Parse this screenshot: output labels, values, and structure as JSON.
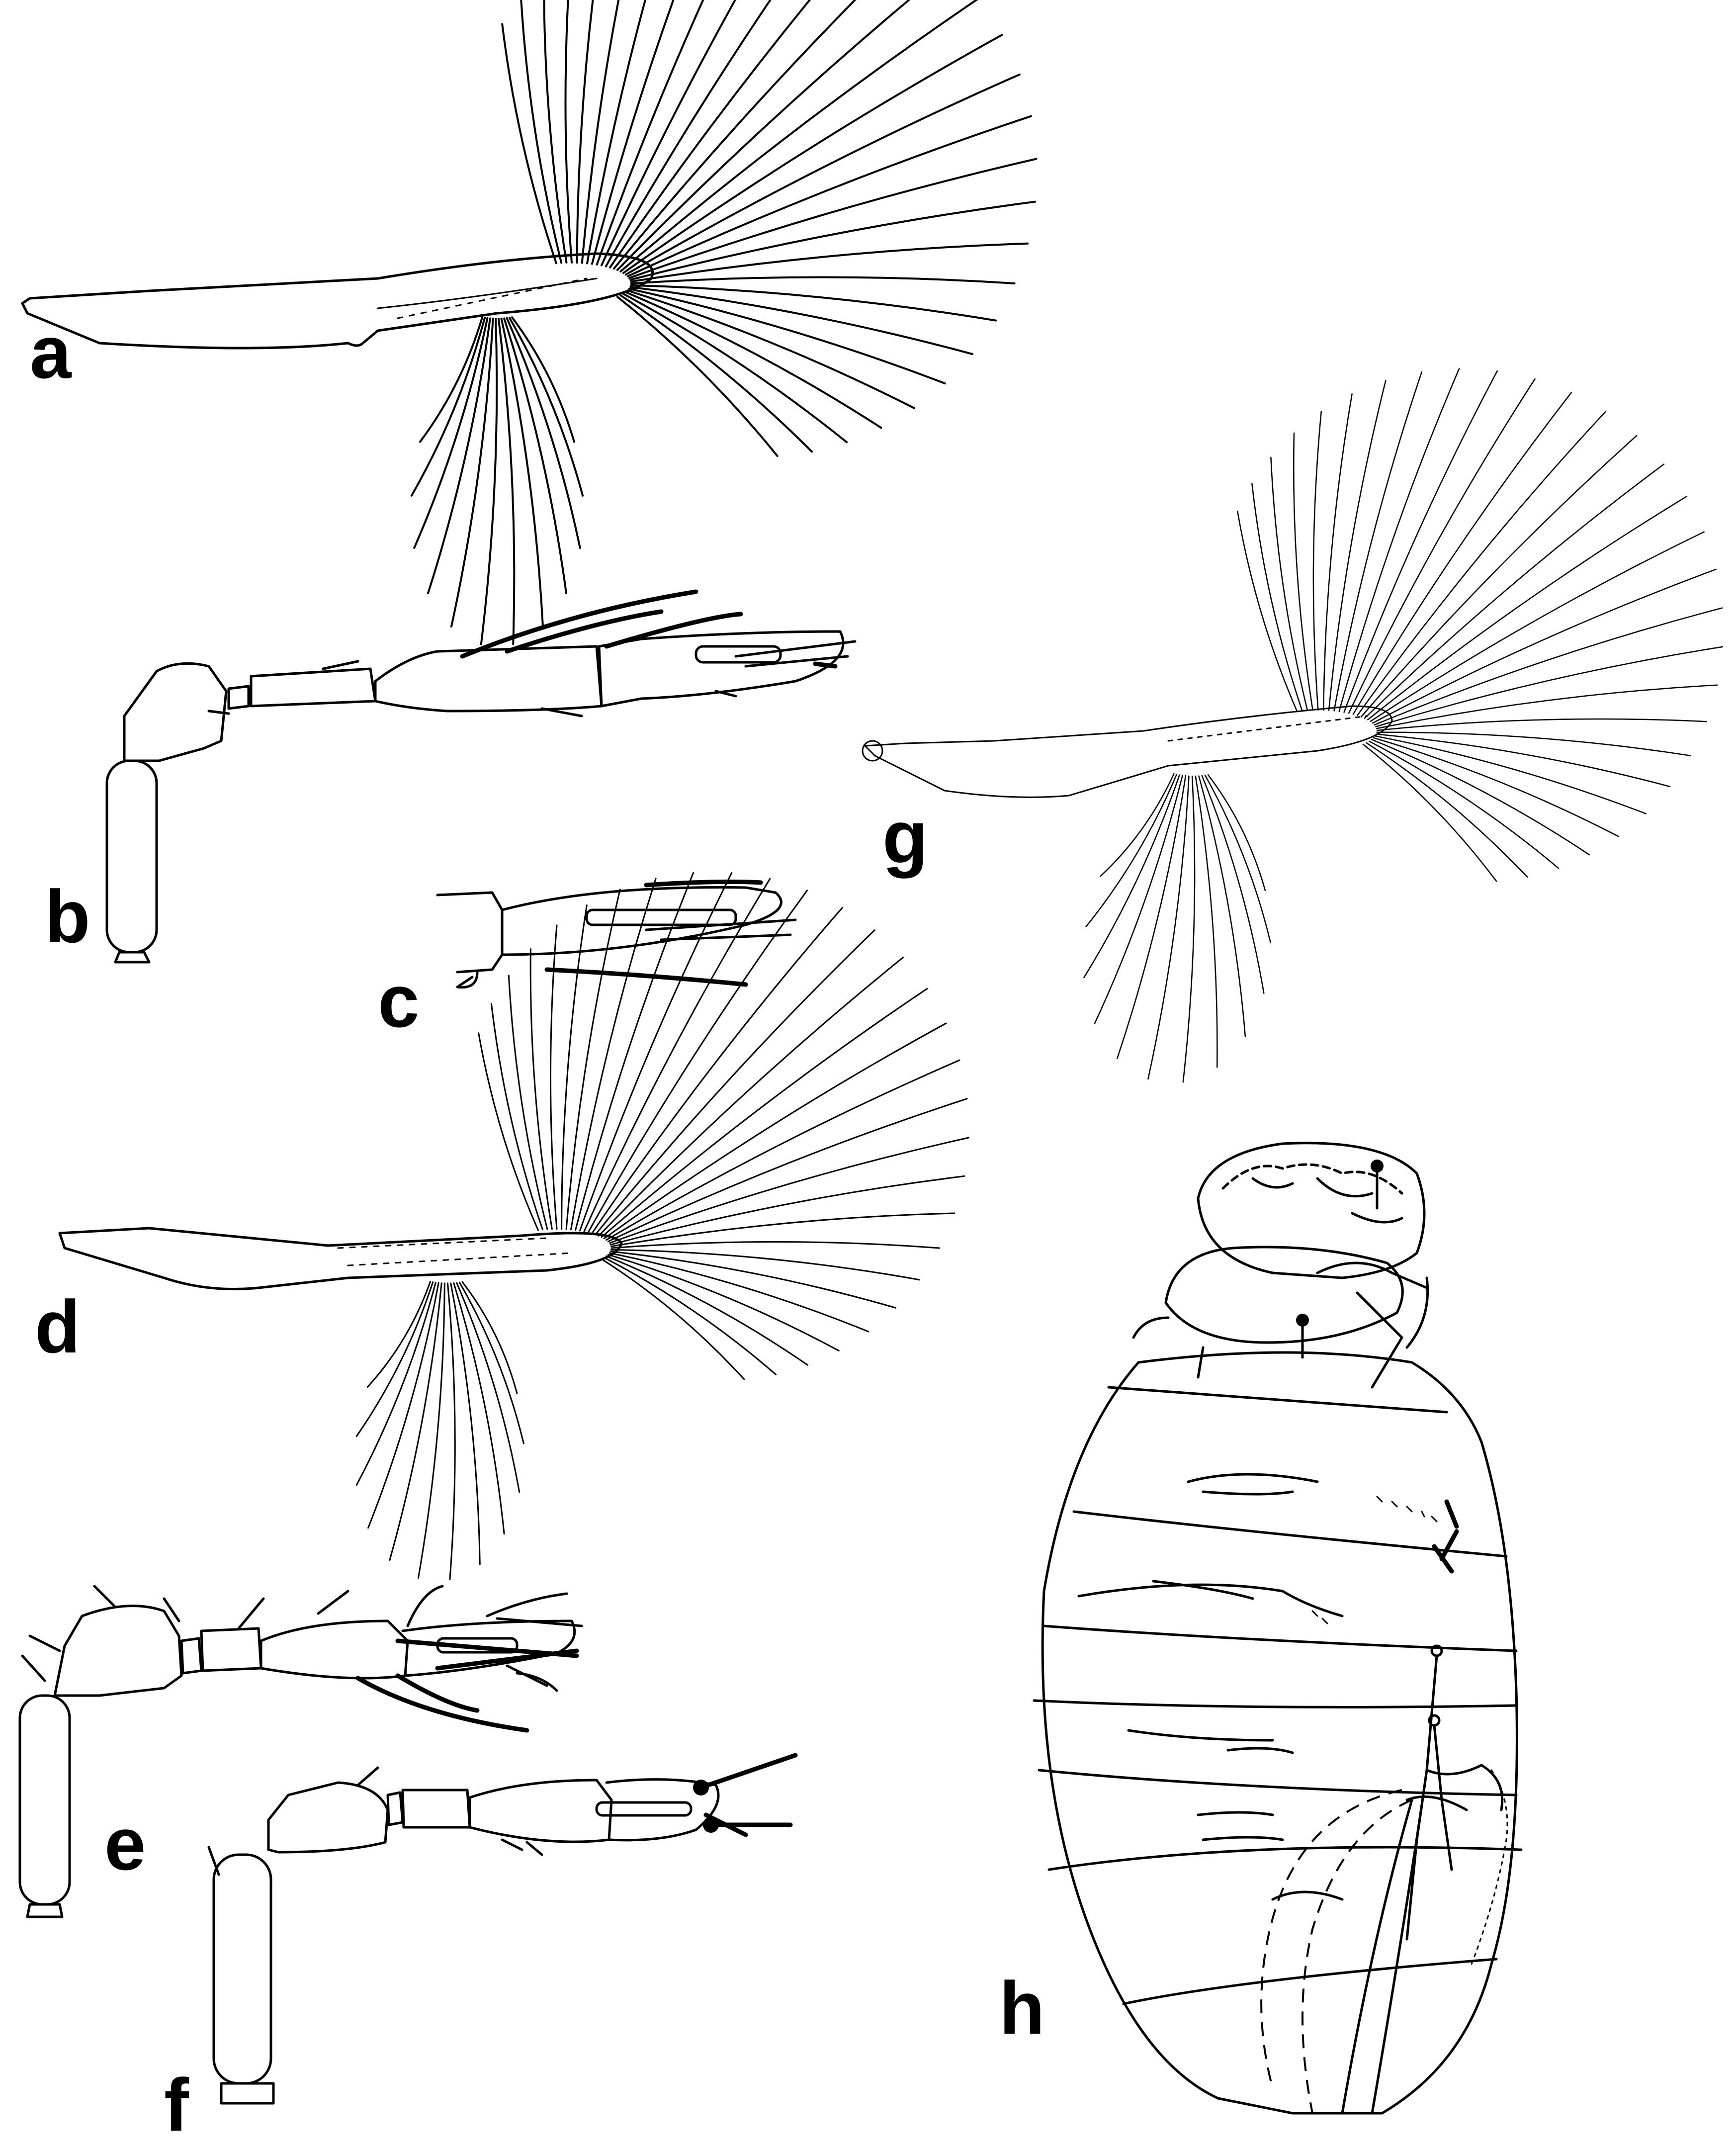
{
  "figure": {
    "panel_labels": [
      "a",
      "b",
      "c",
      "d",
      "e",
      "f",
      "g",
      "h"
    ]
  }
}
